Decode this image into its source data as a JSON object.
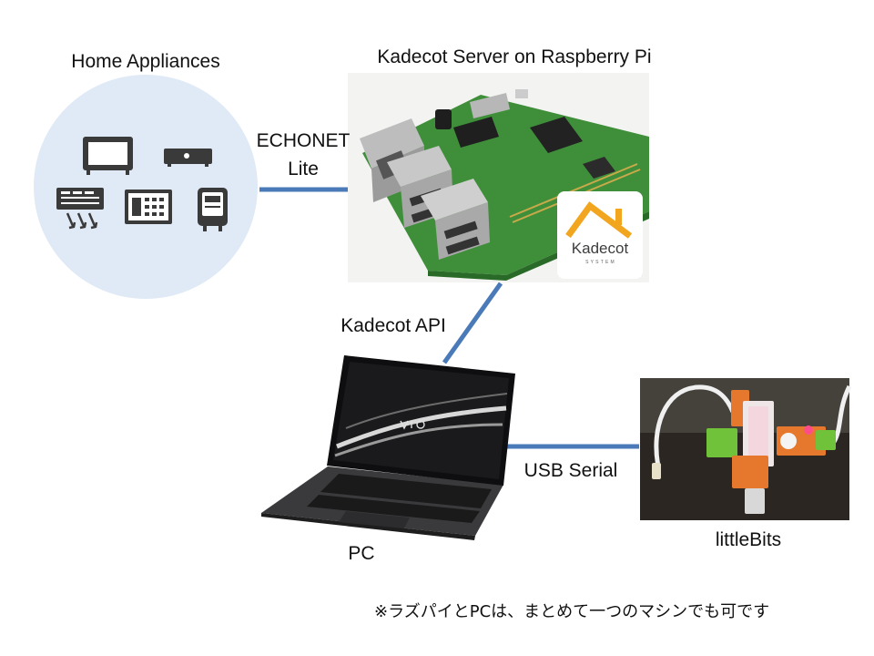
{
  "labels": {
    "home_appliances": "Home Appliances",
    "server": "Kadecot Server on Raspberry Pi",
    "echonet_line1": "ECHONET",
    "echonet_line2": "Lite",
    "api": "Kadecot API",
    "usb_serial": "USB Serial",
    "pc": "PC",
    "littlebits": "littleBits"
  },
  "note": "※ラズパイとPCは、まとめて一つのマシンでも可です",
  "kadecot_logo": {
    "name": "Kadecot",
    "sub": "SYSTEM"
  },
  "appliance_icons": [
    "tv-icon",
    "blu-ray-player-icon",
    "air-conditioner-icon",
    "control-panel-icon",
    "smart-meter-icon"
  ],
  "colors": {
    "connector": "#4a7ab7",
    "appliance_circle": "#dfeaf6",
    "logo_roof": "#f2a51e"
  }
}
